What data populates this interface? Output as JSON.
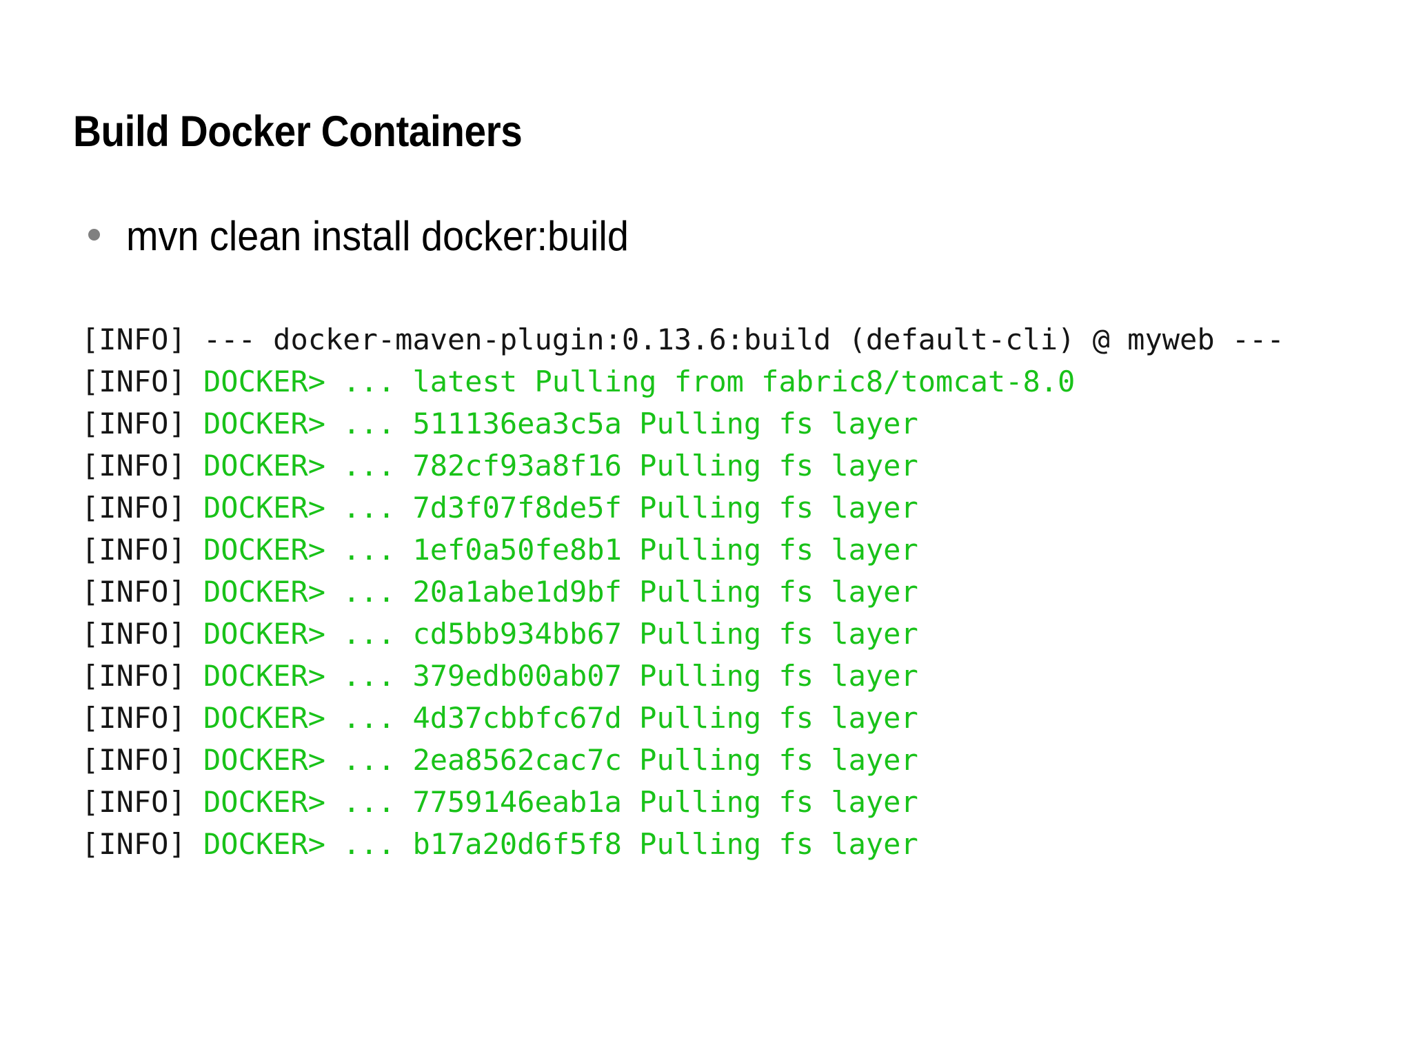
{
  "slide": {
    "title": "Build Docker Containers",
    "bullets": [
      {
        "marker": "bullet-dot",
        "text": "mvn clean install docker:build"
      }
    ],
    "console": {
      "info_prefix": "[INFO] ",
      "colors": {
        "info": "#151515",
        "plain": "#151515",
        "green": "#19c219",
        "background": "#ffffff",
        "bullet": "#808080"
      },
      "lines": [
        {
          "prefix": "[INFO] ",
          "body": "--- docker-maven-plugin:0.13.6:build (default-cli) @ myweb ---",
          "style": "plain"
        },
        {
          "prefix": "[INFO] ",
          "body": "DOCKER> ... latest Pulling from fabric8/tomcat-8.0",
          "style": "green"
        },
        {
          "prefix": "[INFO] ",
          "body": "DOCKER> ... 511136ea3c5a Pulling fs layer",
          "style": "green"
        },
        {
          "prefix": "[INFO] ",
          "body": "DOCKER> ... 782cf93a8f16 Pulling fs layer",
          "style": "green"
        },
        {
          "prefix": "[INFO] ",
          "body": "DOCKER> ... 7d3f07f8de5f Pulling fs layer",
          "style": "green"
        },
        {
          "prefix": "[INFO] ",
          "body": "DOCKER> ... 1ef0a50fe8b1 Pulling fs layer",
          "style": "green"
        },
        {
          "prefix": "[INFO] ",
          "body": "DOCKER> ... 20a1abe1d9bf Pulling fs layer",
          "style": "green"
        },
        {
          "prefix": "[INFO] ",
          "body": "DOCKER> ... cd5bb934bb67 Pulling fs layer",
          "style": "green"
        },
        {
          "prefix": "[INFO] ",
          "body": "DOCKER> ... 379edb00ab07 Pulling fs layer",
          "style": "green"
        },
        {
          "prefix": "[INFO] ",
          "body": "DOCKER> ... 4d37cbbfc67d Pulling fs layer",
          "style": "green"
        },
        {
          "prefix": "[INFO] ",
          "body": "DOCKER> ... 2ea8562cac7c Pulling fs layer",
          "style": "green"
        },
        {
          "prefix": "[INFO] ",
          "body": "DOCKER> ... 7759146eab1a Pulling fs layer",
          "style": "green"
        },
        {
          "prefix": "[INFO] ",
          "body": "DOCKER> ... b17a20d6f5f8 Pulling fs layer",
          "style": "green"
        }
      ]
    }
  }
}
